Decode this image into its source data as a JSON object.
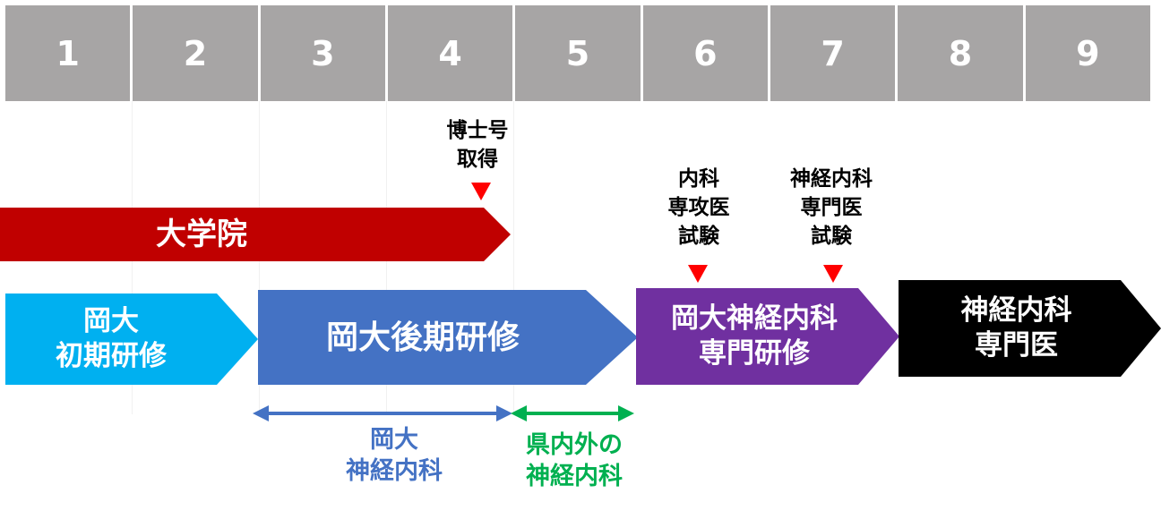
{
  "years": [
    "1",
    "2",
    "3",
    "4",
    "5",
    "6",
    "7",
    "8",
    "9"
  ],
  "milestones": {
    "phd": [
      "博士号",
      "取得"
    ],
    "internal_exam": [
      "内科",
      "専攻医",
      "試験"
    ],
    "neuro_exam": [
      "神経内科",
      "専門医",
      "試験"
    ]
  },
  "blocks": {
    "graduate_school": "大学院",
    "early_training": [
      "岡大",
      "初期研修"
    ],
    "late_training": "岡大後期研修",
    "neuro_training": [
      "岡大神経内科",
      "専門研修"
    ],
    "specialist": [
      "神経内科",
      "専門医"
    ]
  },
  "ranges": {
    "okayama_neuro": [
      "岡大",
      "神経内科"
    ],
    "regional_neuro": [
      "県内外の",
      "神経内科"
    ]
  },
  "colors": {
    "year_header": "#a7a5a5",
    "graduate": "#c00000",
    "early": "#00b0f0",
    "late": "#4472c4",
    "neuro": "#7030a0",
    "specialist": "#000000",
    "marker": "#ff0000",
    "range_blue": "#4472c4",
    "range_green": "#00b050"
  }
}
